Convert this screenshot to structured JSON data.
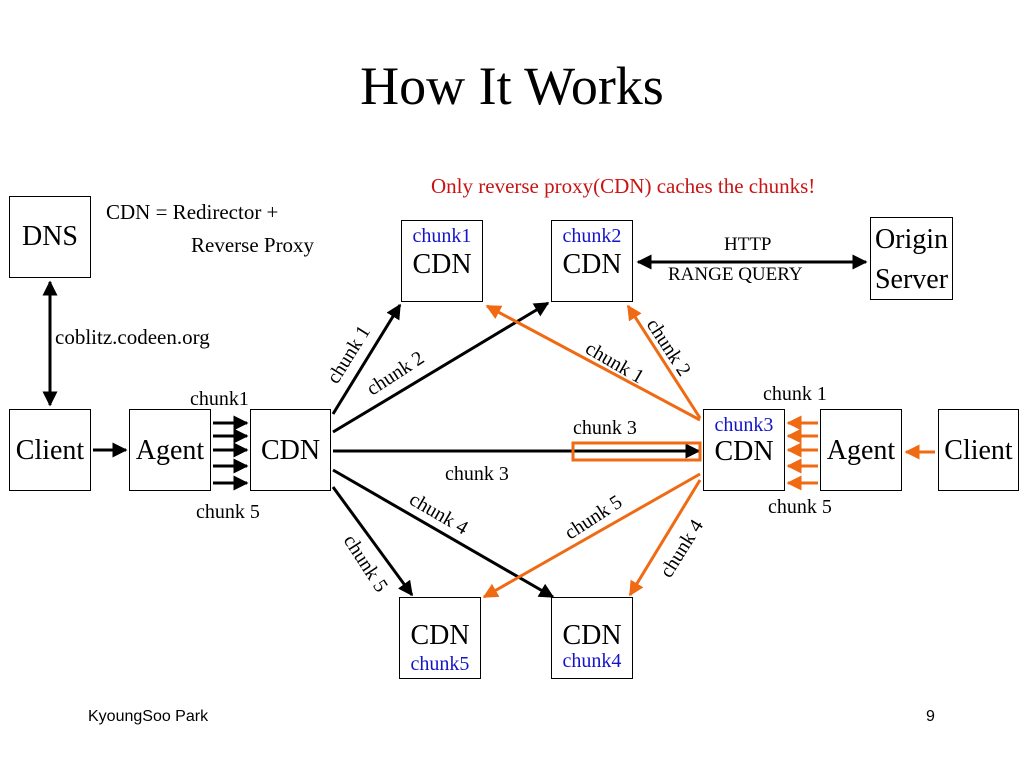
{
  "title": "How It Works",
  "colors": {
    "orange": "#ef6a13",
    "blue": "#1414c8",
    "red": "#c81414",
    "black": "#000000"
  },
  "notes": {
    "red_note": "Only reverse proxy(CDN) caches the chunks!",
    "cdn_def_1": "CDN = Redirector +",
    "cdn_def_2": "Reverse Proxy",
    "dns_name": "coblitz.codeen.org",
    "http": "HTTP",
    "range_query": "RANGE QUERY"
  },
  "nodes": {
    "dns": "DNS",
    "client_left": "Client",
    "agent_left": "Agent",
    "cdn_center": "CDN",
    "cdn_top1": "CDN",
    "cdn_top1_tag": "chunk1",
    "cdn_top2": "CDN",
    "cdn_top2_tag": "chunk2",
    "origin_1": "Origin",
    "origin_2": "Server",
    "cdn_right": "CDN",
    "cdn_right_tag": "chunk3",
    "agent_right": "Agent",
    "client_right": "Client",
    "cdn_bottom1": "CDN",
    "cdn_bottom1_tag": "chunk5",
    "cdn_bottom2": "CDN",
    "cdn_bottom2_tag": "chunk4"
  },
  "labels": {
    "left_chunk1": "chunk1",
    "left_chunk5": "chunk 5",
    "right_chunk1": "chunk 1",
    "right_chunk5": "chunk 5",
    "edge_chunk1": "chunk 1",
    "edge_chunk2": "chunk 2",
    "edge_chunk3_black": "chunk 3",
    "edge_chunk3_orange": "chunk 3",
    "edge_chunk4": "chunk 4",
    "edge_chunk5": "chunk 5",
    "orange_chunk1": "chunk 1",
    "orange_chunk2": "chunk 2",
    "orange_chunk4": "chunk 4",
    "orange_chunk5": "chunk 5"
  },
  "footer": {
    "author": "KyoungSoo Park",
    "page": "9"
  }
}
